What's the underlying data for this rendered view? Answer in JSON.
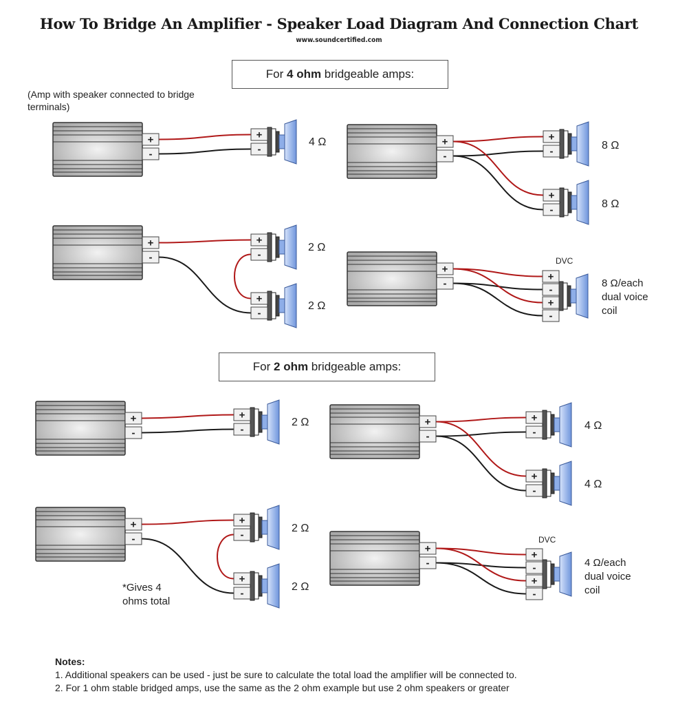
{
  "header": {
    "title": "How To Bridge An Amplifier - Speaker Load Diagram And Connection Chart",
    "subtitle": "www.soundcertified.com"
  },
  "sections": [
    {
      "heading_prefix": "For ",
      "heading_bold": "4 ohm",
      "heading_suffix": " bridgeable amps:",
      "caption": "(Amp with speaker connected to bridge terminals)",
      "diagrams": [
        {
          "id": "4ohm-single",
          "wiring": "single",
          "speaker_labels": [
            "4 Ω"
          ]
        },
        {
          "id": "4ohm-parallel",
          "wiring": "parallel",
          "speaker_labels": [
            "8 Ω",
            "8 Ω"
          ]
        },
        {
          "id": "4ohm-series",
          "wiring": "series",
          "speaker_labels": [
            "2 Ω",
            "2 Ω"
          ]
        },
        {
          "id": "4ohm-dvc",
          "wiring": "dvc-parallel",
          "dvc_tag": "DVC",
          "speaker_label_lines": [
            "8 Ω/each",
            "dual voice",
            "coil"
          ]
        }
      ]
    },
    {
      "heading_prefix": "For ",
      "heading_bold": "2 ohm",
      "heading_suffix": " bridgeable amps:",
      "diagrams": [
        {
          "id": "2ohm-single",
          "wiring": "single",
          "speaker_labels": [
            "2 Ω"
          ]
        },
        {
          "id": "2ohm-parallel",
          "wiring": "parallel",
          "speaker_labels": [
            "4 Ω",
            "4 Ω"
          ]
        },
        {
          "id": "2ohm-series",
          "wiring": "series",
          "speaker_labels": [
            "2 Ω",
            "2 Ω"
          ],
          "footnote_lines": [
            "*Gives 4",
            "ohms total"
          ]
        },
        {
          "id": "2ohm-dvc",
          "wiring": "dvc-parallel",
          "dvc_tag": "DVC",
          "speaker_label_lines": [
            "4 Ω/each",
            "dual voice",
            "coil"
          ]
        }
      ]
    }
  ],
  "terminals": {
    "positive": "+",
    "negative": "-"
  },
  "notes": {
    "title": "Notes:",
    "items": [
      "1. Additional speakers can be used - just be sure to calculate the total load the amplifier will be connected to.",
      "2. For 1 ohm stable bridged amps, use the same as the 2 ohm example but use 2 ohm speakers or greater"
    ]
  },
  "colors": {
    "positive_wire": "#b01818",
    "negative_wire": "#1a1a1a",
    "speaker_cone": "#7a9fe0",
    "amp_body": "#cfcfcf"
  }
}
